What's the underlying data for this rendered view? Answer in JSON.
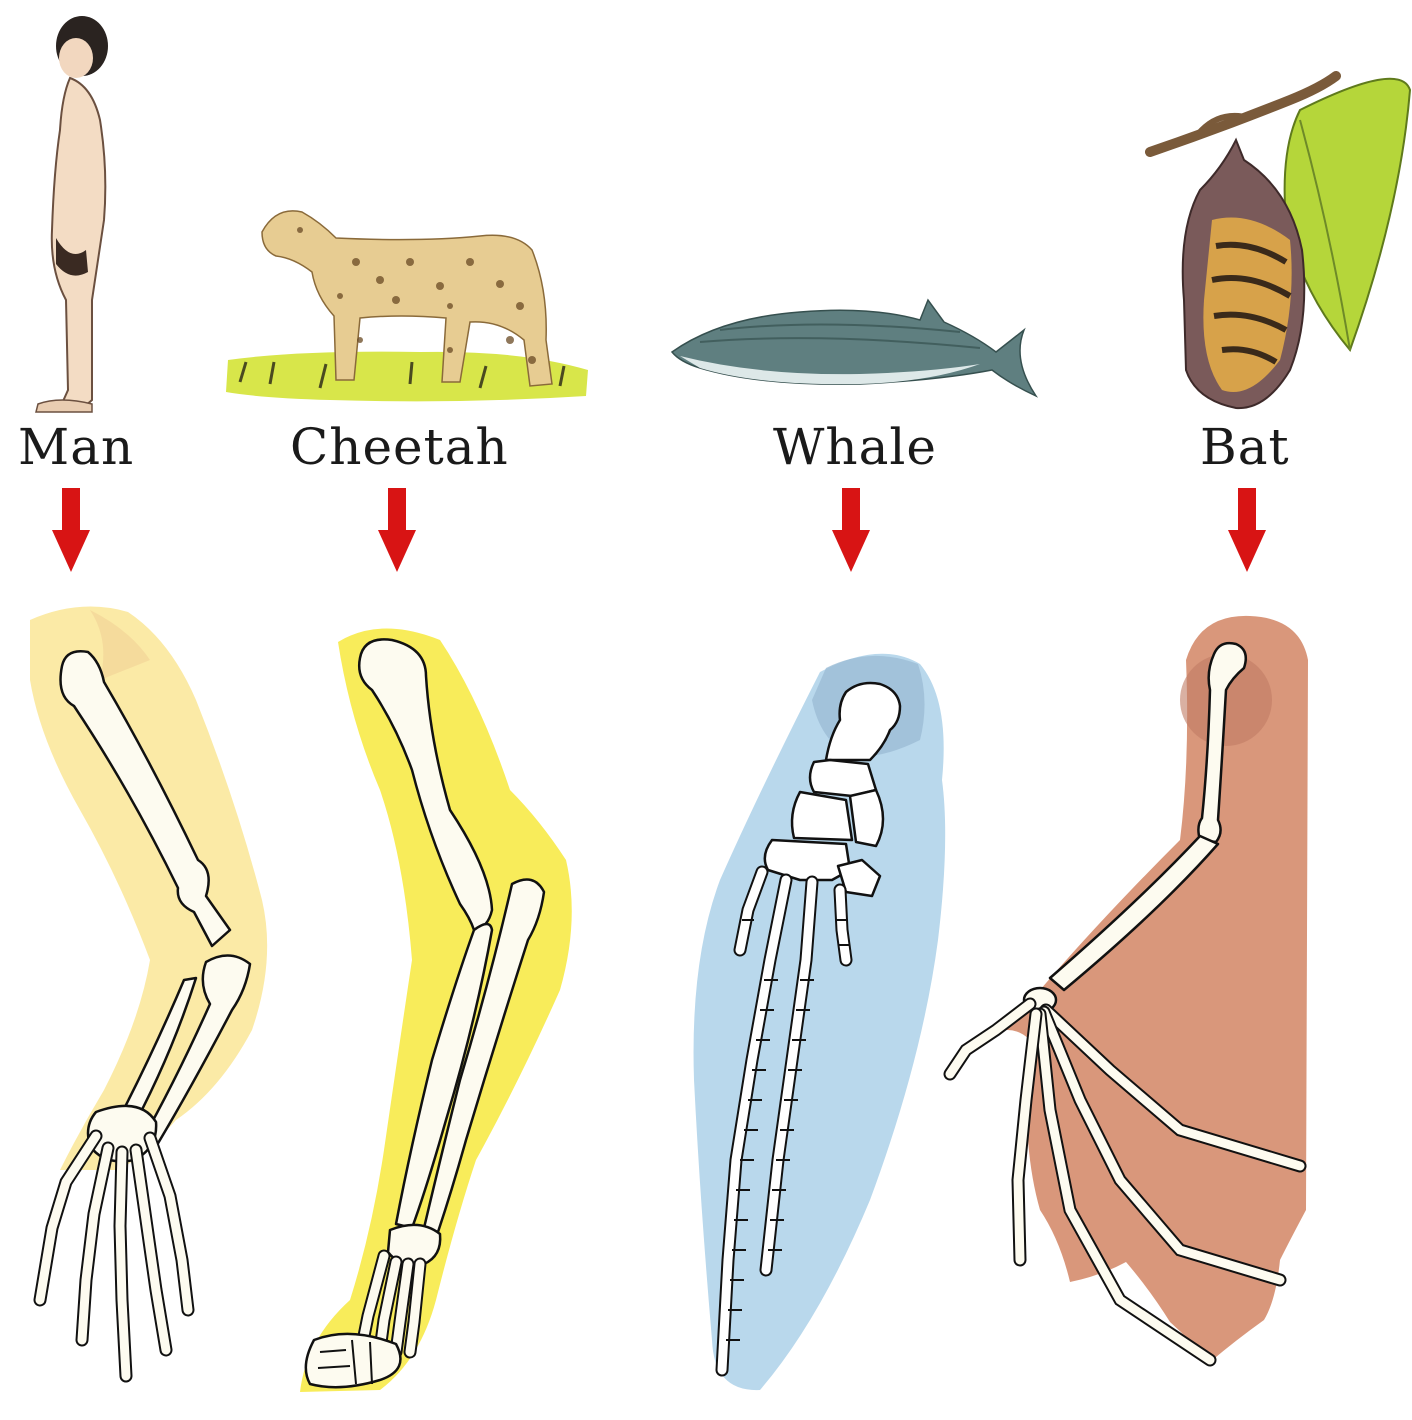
{
  "labels": {
    "man": "Man",
    "cheetah": "Cheetah",
    "whale": "Whale",
    "bat": "Bat"
  },
  "colors": {
    "arrow": "#d81414",
    "man_limb_bg": "#fbeaa6",
    "cheetah_limb_bg": "#f8ec5a",
    "whale_limb_bg": "#b9d8ec",
    "bat_wing_bg": "#d9977b",
    "bone": "#fdfbf0"
  }
}
